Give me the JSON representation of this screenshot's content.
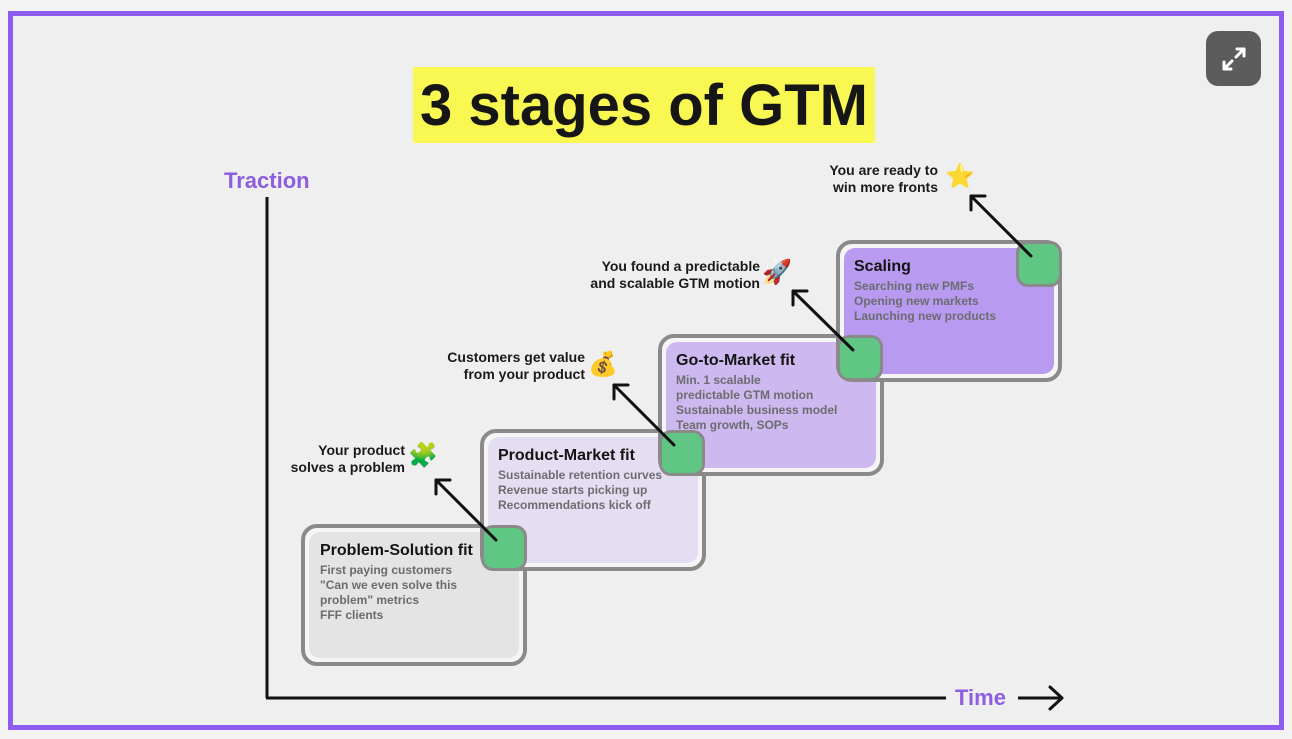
{
  "title": "3 stages of GTM",
  "expand_button": {
    "icon": "expand-icon",
    "label": "Expand"
  },
  "axes": {
    "y_label": "Traction",
    "x_label": "Time"
  },
  "colors": {
    "frame": "#8d5cf0",
    "title_highlight": "#f9f752",
    "axis_label": "#8c5ee0",
    "node_green": "#5fc684",
    "card_border": "#8a8a8a"
  },
  "stages": [
    {
      "title": "Problem-Solution fit",
      "lines": [
        "First paying customers",
        "\"Can we even solve this",
        "problem\" metrics",
        "FFF clients"
      ],
      "fill": "#e4e4e4",
      "note": [
        "Your product",
        "solves a problem"
      ],
      "note_icon": "puzzle-piece-icon",
      "note_emoji": "🧩"
    },
    {
      "title": "Product-Market fit",
      "lines": [
        "Sustainable retention curves",
        "Revenue starts picking up",
        "Recommendations kick off"
      ],
      "fill": "#e5def2",
      "note": [
        "Customers get value",
        "from your product"
      ],
      "note_icon": "money-bag-icon",
      "note_emoji": "💰"
    },
    {
      "title": "Go-to-Market fit",
      "lines": [
        "Min. 1 scalable",
        "predictable GTM motion",
        "Sustainable business model",
        "Team growth, SOPs"
      ],
      "fill": "#cdb9f0",
      "note": [
        "You found a predictable",
        "and scalable GTM motion"
      ],
      "note_icon": "rocket-icon",
      "note_emoji": "🚀"
    },
    {
      "title": "Scaling",
      "lines": [
        "Searching new PMFs",
        "Opening new markets",
        "Launching new products"
      ],
      "fill": "#b89af0",
      "note": [
        "You are ready to",
        "win more fronts"
      ],
      "note_icon": "star-icon",
      "note_emoji": "⭐"
    }
  ]
}
